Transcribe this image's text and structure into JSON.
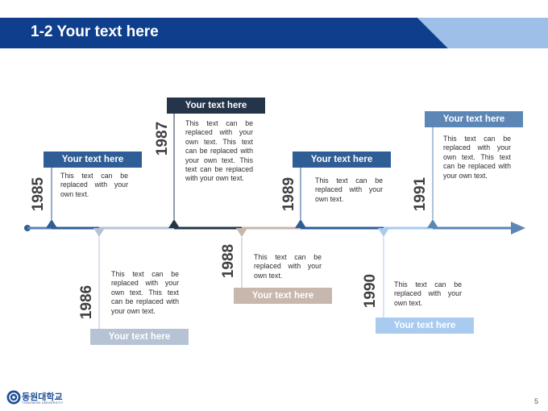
{
  "header": {
    "title": "1-2 Your text here"
  },
  "events": [
    {
      "year": "1985",
      "label": "Your text here",
      "text": "This text can be replaced with your own text."
    },
    {
      "year": "1986",
      "label": "Your text here",
      "text": "This text can be replaced with your own text. This text can be replaced with your own text."
    },
    {
      "year": "1987",
      "label": "Your text here",
      "text": "This text can be replaced with your own text. This text can be replaced with your own text. This text can be replaced with your own text."
    },
    {
      "year": "1988",
      "label": "Your text here",
      "text": "This text can be replaced with your own text."
    },
    {
      "year": "1989",
      "label": "Your text here",
      "text": "This text can be replaced with your own text."
    },
    {
      "year": "1990",
      "label": "Your text here",
      "text": "This text can be replaced with your own text."
    },
    {
      "year": "1991",
      "label": "Your text here",
      "text": "This text can be replaced with your own text. This text can be replaced with your own text."
    }
  ],
  "footer": {
    "logo": "동원대학교",
    "logo_sub": "TONGWON UNIVERSITY",
    "page": "5"
  },
  "colors": {
    "title_bar": "#0f3f8c",
    "title_accent": "#9dbfe8",
    "label_1985": "#2f5d95",
    "label_1986": "#b6c3d5",
    "label_1987": "#243449",
    "label_1988": "#c7b7ad",
    "label_1989": "#2f5d95",
    "label_1990": "#a8cbef",
    "label_1991": "#5b86b5"
  }
}
